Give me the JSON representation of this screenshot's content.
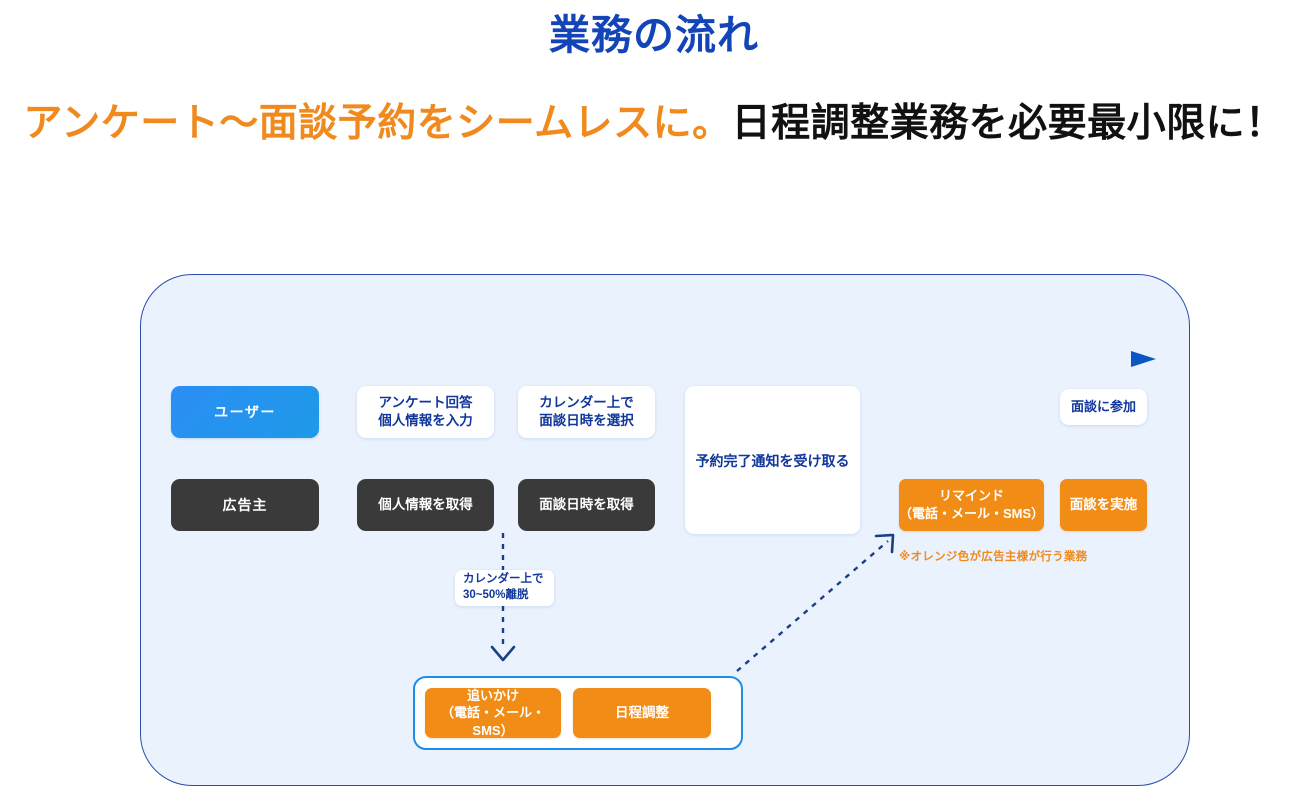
{
  "header": {
    "title": "業務の流れ",
    "subtitle_orange": "アンケート～面談予約をシームレスに。",
    "subtitle_black": "日程調整業務を必要最小限に！",
    "title_color": "#1445b8",
    "orange_color": "#f08a1e",
    "black_color": "#111111"
  },
  "diagram": {
    "panel": {
      "fill": "#e9f2fd",
      "border_color": "#2a4fa8"
    },
    "timeline": {
      "start_color": "#22aee8",
      "end_color": "#0b56c4",
      "direction": "left-to-right"
    },
    "lanes": [
      {
        "key": "user",
        "label": "ユーザー",
        "color": "#2b8ef4"
      },
      {
        "key": "advertiser",
        "label": "広告主",
        "color": "#3a3a3a"
      }
    ],
    "user_steps": [
      {
        "key": "survey",
        "label": "アンケート回答\n個人情報を入力"
      },
      {
        "key": "calendar-select",
        "label": "カレンダー上で\n面談日時を選択"
      },
      {
        "key": "booking-notice",
        "label": "予約完了通知を受け取る"
      },
      {
        "key": "join-interview",
        "label": "面談に参加"
      }
    ],
    "advertiser_steps": [
      {
        "key": "get-personal-info",
        "label": "個人情報を取得"
      },
      {
        "key": "get-interview-date",
        "label": "面談日時を取得"
      },
      {
        "key": "remind",
        "label": "リマインド\n（電話・メール・SMS）"
      },
      {
        "key": "do-interview",
        "label": "面談を実施"
      }
    ],
    "dropoff": {
      "label": "カレンダー上で\n30~50%離脱"
    },
    "bottom_group": [
      {
        "key": "chase",
        "label": "追いかけ\n（電話・メール・SMS）"
      },
      {
        "key": "schedule-adjust",
        "label": "日程調整"
      }
    ],
    "legend_note": "※オレンジ色が広告主様が行う業務",
    "orange_color": "#f18c16",
    "dark_color": "#3a3a3a",
    "navy_text_color": "#11379b"
  }
}
